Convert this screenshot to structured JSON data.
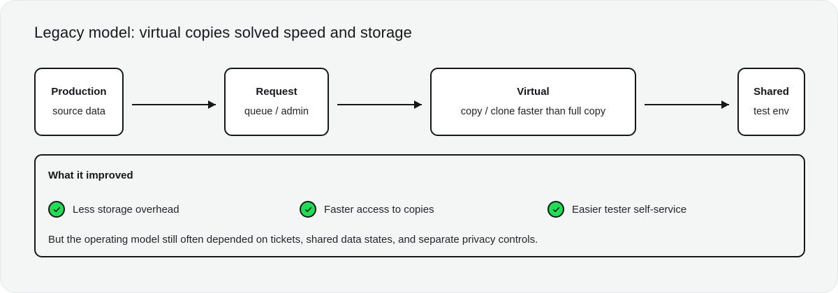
{
  "card": {
    "title": "Legacy model: virtual copies solved speed and storage",
    "background": "#f4f5f5",
    "border_color": "#e6e7e8"
  },
  "flow": {
    "arrow_color": "#16171b",
    "nodes": [
      {
        "title": "Production",
        "subtitle": "source data"
      },
      {
        "title": "Request",
        "subtitle": "queue / admin"
      },
      {
        "title": "Virtual",
        "subtitle": "copy / clone faster than full copy"
      },
      {
        "title": "Shared",
        "subtitle": "test env"
      }
    ]
  },
  "panel": {
    "title": "What it improved",
    "accent_color": "#21dd55",
    "checks": [
      {
        "icon": "check-circle-icon",
        "label": "Less storage overhead"
      },
      {
        "icon": "check-circle-icon",
        "label": "Faster access to copies"
      },
      {
        "icon": "check-circle-icon",
        "label": "Easier tester self-service"
      }
    ],
    "footnote": "But the operating model still often depended on tickets, shared data states, and separate privacy controls."
  }
}
